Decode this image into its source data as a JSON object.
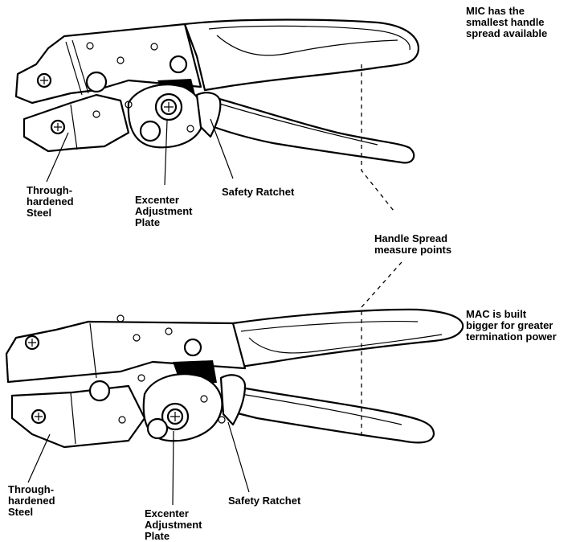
{
  "tool_top": {
    "caption": "MIC has the\nsmallest handle\nspread available",
    "callouts": {
      "steel": "Through-\nhardened\nSteel",
      "plate": "Excenter\nAdjustment\nPlate",
      "ratchet": "Safety Ratchet"
    }
  },
  "middle": {
    "spread_label": "Handle Spread\nmeasure points"
  },
  "tool_bottom": {
    "caption": "MAC is built\nbigger for greater\ntermination power",
    "callouts": {
      "steel": "Through-\nhardened\nSteel",
      "plate": "Excenter\nAdjustment\nPlate",
      "ratchet": "Safety Ratchet"
    }
  }
}
